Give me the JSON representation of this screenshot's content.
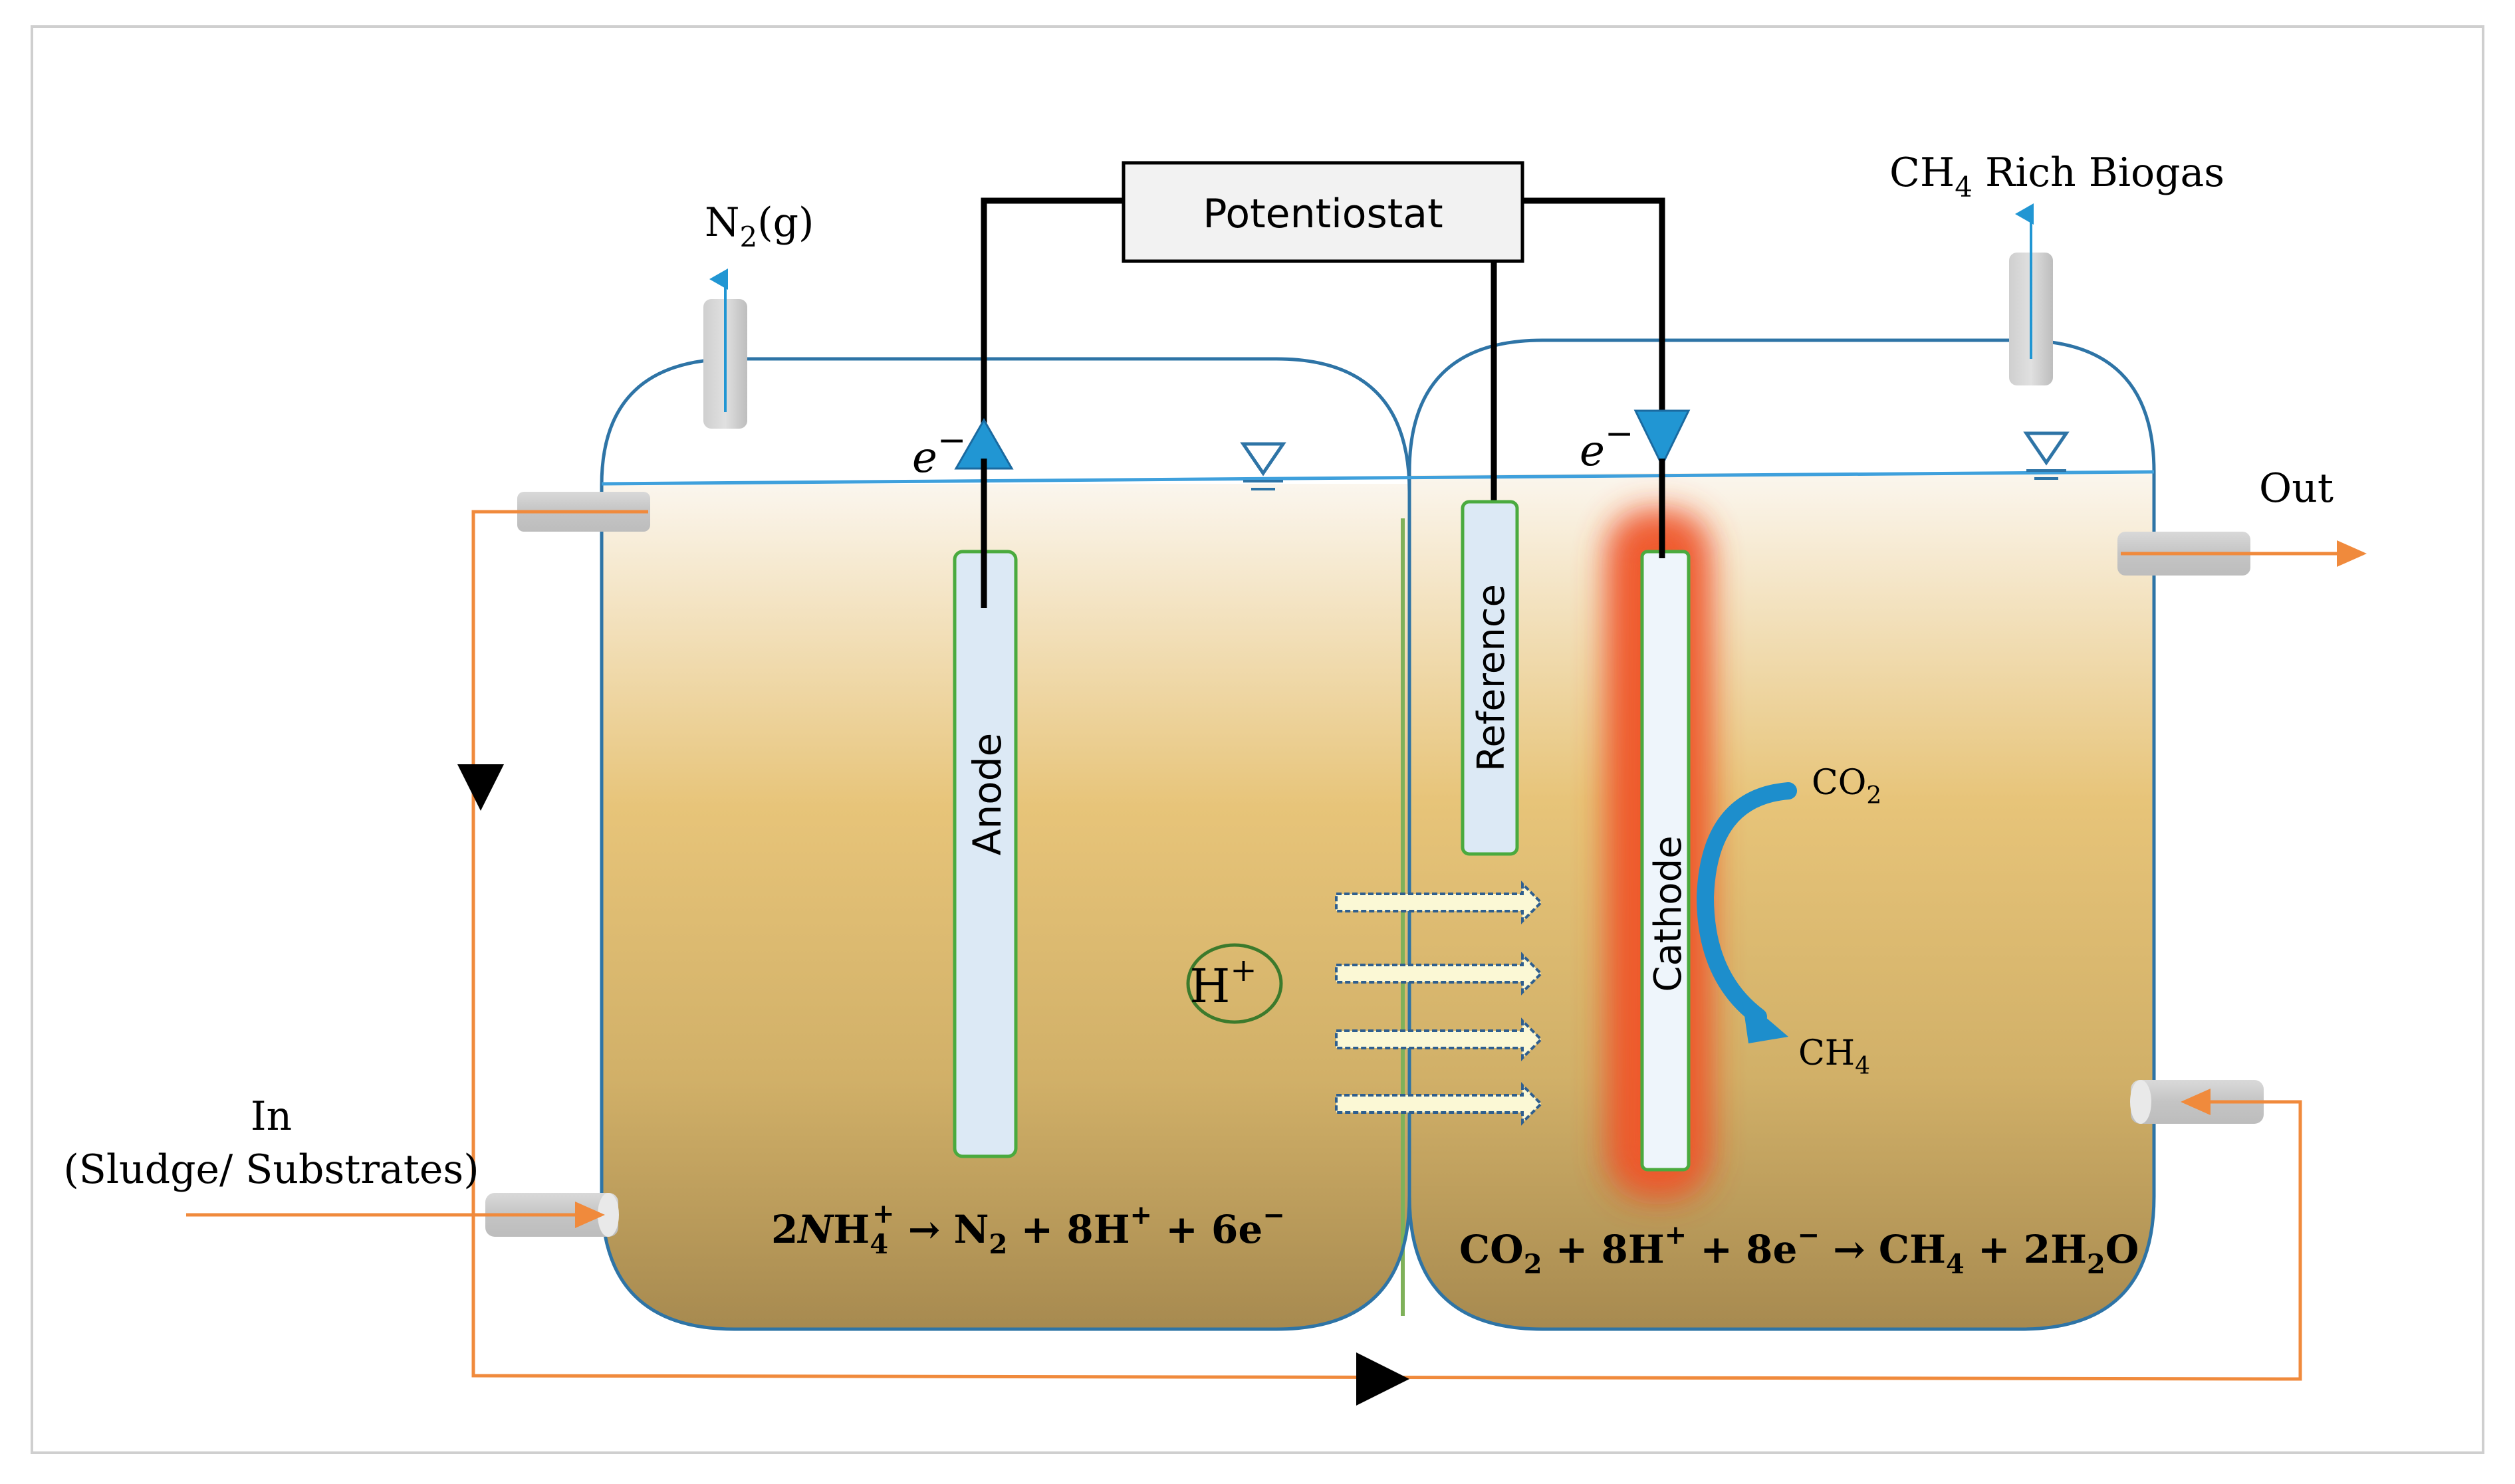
{
  "diagram": {
    "potentiostat": "Potentiostat",
    "anode": "Anode",
    "reference": "Reference",
    "cathode": "Cathode",
    "electron_left": "e",
    "electron_right": "e",
    "electron_sign": "−",
    "n2_gas": {
      "base": "N",
      "sub": "2",
      "tail": "(g)"
    },
    "ch4_biogas": {
      "base": "CH",
      "sub": "4",
      "tail": " Rich Biogas"
    },
    "out": "Out",
    "inlet_line1": "In",
    "inlet_line2": "(Sludge/ Substrates)",
    "proton": {
      "base": "H",
      "sup": "+"
    },
    "co2": {
      "base": "CO",
      "sub": "2"
    },
    "ch4": {
      "base": "CH",
      "sub": "4"
    },
    "anode_reaction": {
      "coef": "2",
      "species": "N",
      "h": "H",
      "h_sub": "4",
      "h_sup": "+",
      "arrow": " → N",
      "n_sub": "2",
      "plus1": " + 8H",
      "plus1_sup": "+",
      "plus2": " + 6e",
      "plus2_sup": "−"
    },
    "cathode_reaction": {
      "co": "CO",
      "co_sub": "2",
      "p1": " + 8H",
      "p1_sup": "+",
      "p2": " + 8e",
      "p2_sup": "−",
      "arrow": " → CH",
      "ch_sub": "4",
      "p3": " + 2H",
      "h_sub": "2",
      "o": "O"
    },
    "colors": {
      "liquid_top": "#fbf6ee",
      "liquid_mid": "#e7c479",
      "liquid_bottom": "#a6894f",
      "vessel_outline": "#2e74a6",
      "water_line": "#3fa0dc",
      "electrode_fill": "#dce9f5",
      "electrode_border": "#4aaa3e",
      "cathode_glow": "#ef4b25",
      "recirculation": "#f08a3c",
      "electron_arrow": "#2196d3",
      "proton_arrow": "#fbf8d5",
      "wire": "#000000"
    }
  }
}
